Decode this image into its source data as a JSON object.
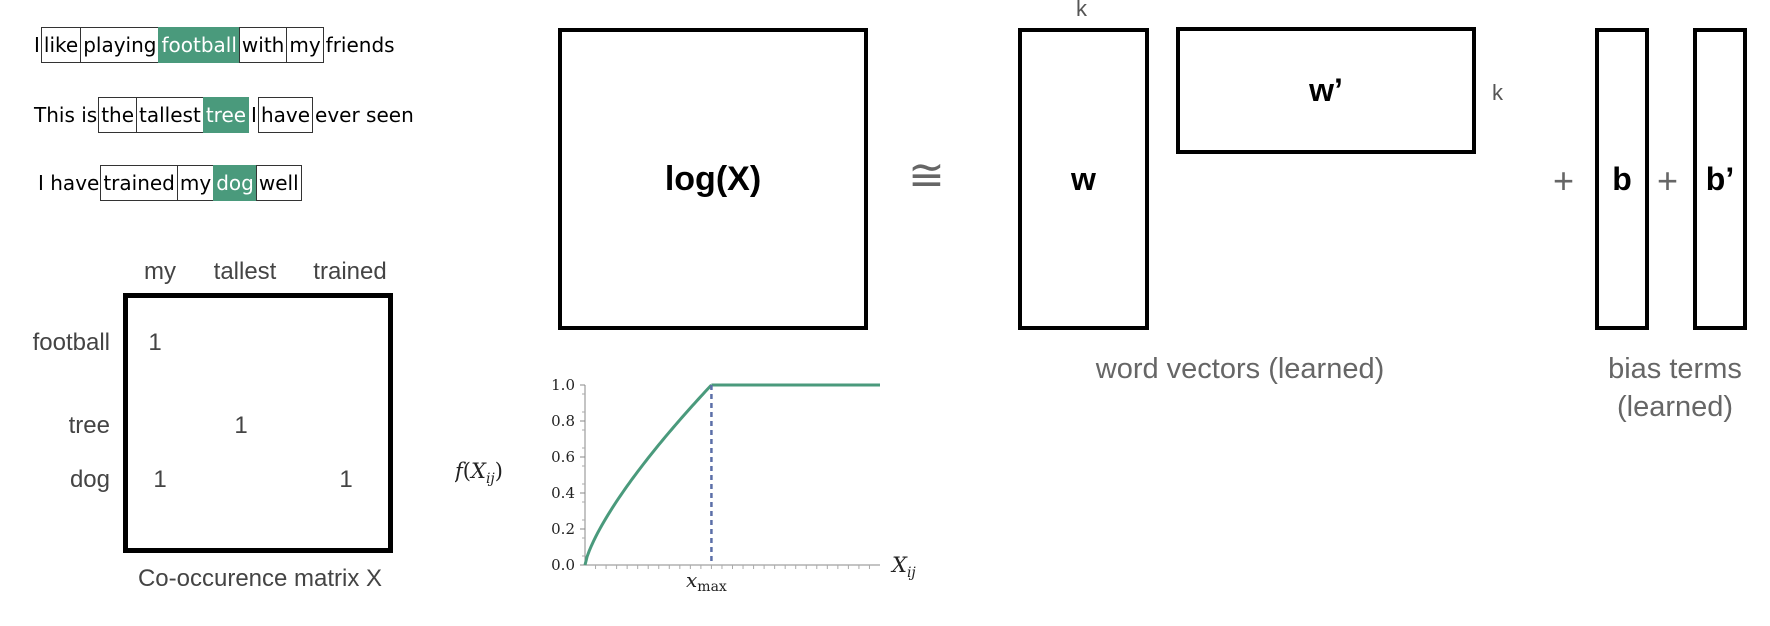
{
  "sentences": [
    {
      "tokens": [
        {
          "text": "I",
          "boxed": false,
          "hl": false
        },
        {
          "text": "like",
          "boxed": true,
          "hl": false
        },
        {
          "text": "playing",
          "boxed": true,
          "hl": false
        },
        {
          "text": "football",
          "boxed": true,
          "hl": true
        },
        {
          "text": "with",
          "boxed": true,
          "hl": false
        },
        {
          "text": "my",
          "boxed": true,
          "hl": false
        },
        {
          "text": "friends",
          "boxed": false,
          "hl": false
        }
      ]
    },
    {
      "tokens": [
        {
          "text": "This is",
          "boxed": false,
          "hl": false
        },
        {
          "text": "the",
          "boxed": true,
          "hl": false
        },
        {
          "text": "tallest",
          "boxed": true,
          "hl": false
        },
        {
          "text": "tree",
          "boxed": true,
          "hl": true
        },
        {
          "text": "I",
          "boxed": false,
          "hl": false
        },
        {
          "text": "have",
          "boxed": true,
          "hl": false
        },
        {
          "text": "ever seen",
          "boxed": false,
          "hl": false
        }
      ]
    },
    {
      "tokens": [
        {
          "text": "I have",
          "boxed": false,
          "hl": false
        },
        {
          "text": "trained",
          "boxed": true,
          "hl": false
        },
        {
          "text": "my",
          "boxed": true,
          "hl": false
        },
        {
          "text": "dog",
          "boxed": true,
          "hl": true
        },
        {
          "text": "well",
          "boxed": true,
          "hl": false
        }
      ]
    }
  ],
  "cooc": {
    "columns": [
      "my",
      "tallest",
      "trained"
    ],
    "rows": [
      "football",
      "tree",
      "dog"
    ],
    "cells": [
      {
        "row": 0,
        "col": 0,
        "value": "1"
      },
      {
        "row": 1,
        "col": 1,
        "value": "1"
      },
      {
        "row": 2,
        "col": 0,
        "value": "1"
      },
      {
        "row": 2,
        "col": 2,
        "value": "1"
      }
    ],
    "caption": "Co-occurence matrix X"
  },
  "equation": {
    "lhs": "log(X)",
    "approx": "≅",
    "w": "w",
    "w_prime": "w’",
    "k_top": "k",
    "k_right": "k",
    "plus1": "+",
    "b": "b",
    "plus2": "+",
    "b_prime": "b’",
    "word_vectors_label": "word vectors (learned)",
    "bias_label_line1": "bias terms",
    "bias_label_line2": "(learned)"
  },
  "chart_data": {
    "type": "line",
    "title": "",
    "ylabel": "f(X_ij)",
    "xlabel": "X_ij",
    "xtick_label": "x_max",
    "yticks": [
      "0.0",
      "0.2",
      "0.4",
      "0.6",
      "0.8",
      "1.0"
    ],
    "ylim": [
      0,
      1.0
    ],
    "xlim": [
      0,
      1.4
    ],
    "x_max": 0.6,
    "alpha": 0.75,
    "line_color": "#4a9a7c",
    "dashed_color": "#5b6fa8"
  },
  "colors": {
    "highlight": "#4a9a7c",
    "gray_text": "#666666"
  }
}
